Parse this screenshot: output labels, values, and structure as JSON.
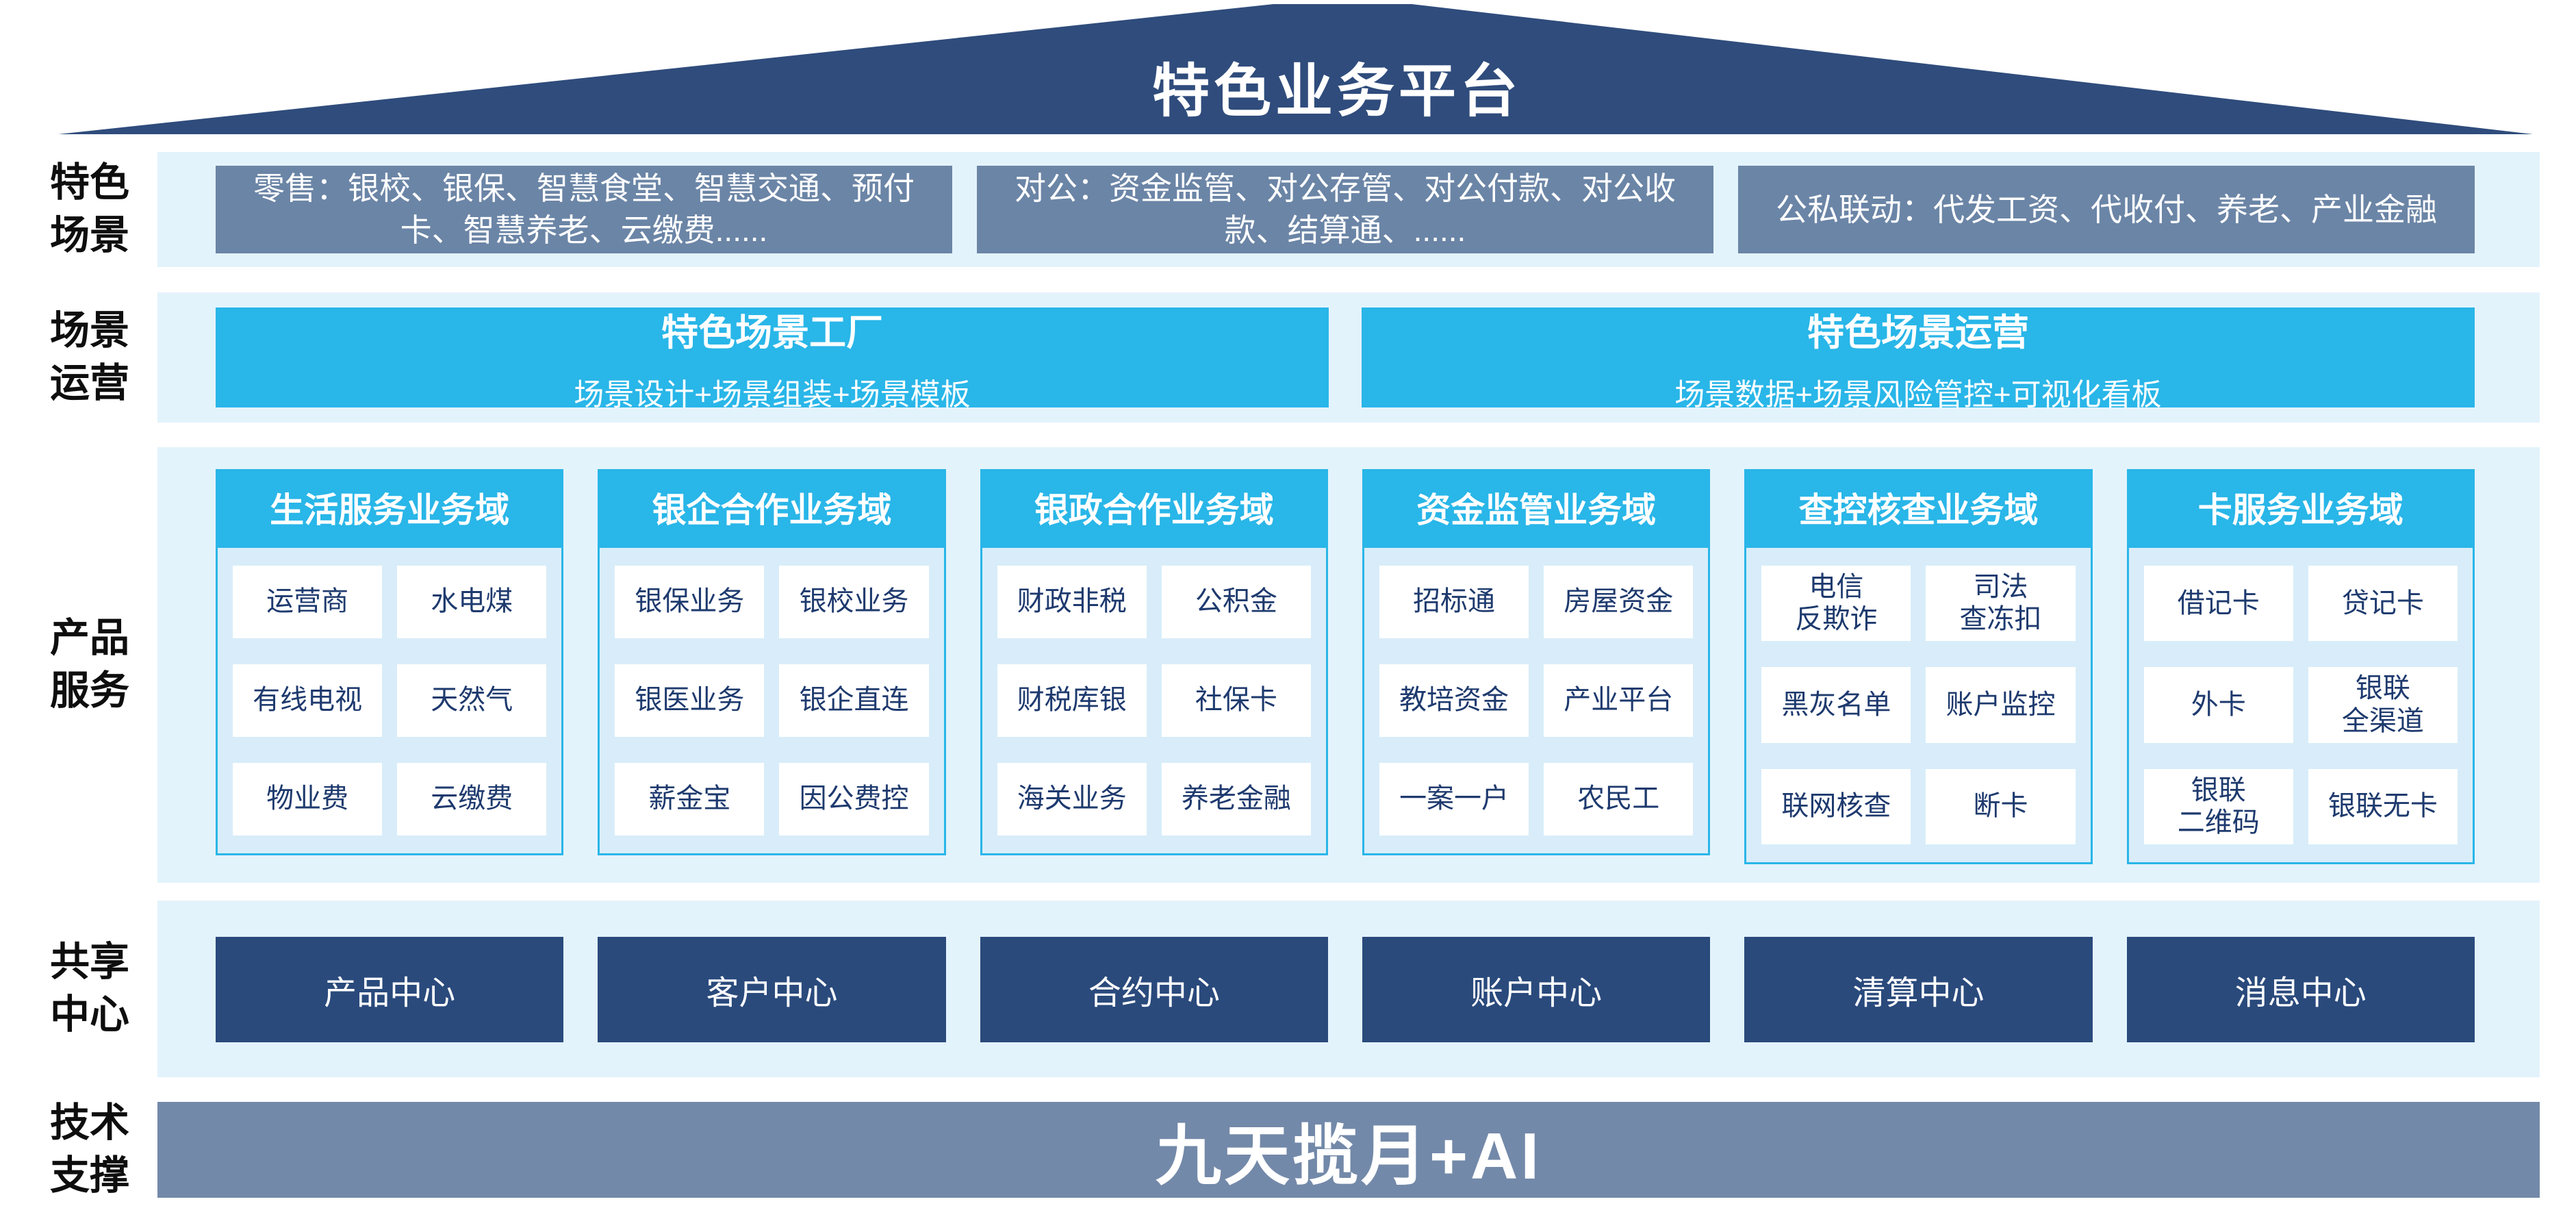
{
  "page": {
    "title": "特色业务平台"
  },
  "colors": {
    "roof_navy": "#2f4c7c",
    "accent_cyan": "#29b6e8",
    "slate_blue_box": "#6b85a6",
    "light_band": "#e3f3fc",
    "panel_fill": "#d8edf9",
    "cell_text_navy": "#1e3a6e",
    "center_box_navy": "#2a4a7c",
    "tech_bar_slate": "#7389a9"
  },
  "scenes": {
    "label": "特色场景",
    "boxes": [
      "零售：银校、银保、智慧食堂、智慧交通、预付卡、智慧养老、云缴费......",
      "对公：资金监管、对公存管、对公付款、对公收款、结算通、......",
      "公私联动：代发工资、代收付、养老、产业金融"
    ]
  },
  "operations": {
    "label": "场景运营",
    "factory": {
      "title": "特色场景工厂",
      "subtitle": "场景设计+场景组装+场景模板"
    },
    "ops": {
      "title": "特色场景运营",
      "subtitle": "场景数据+场景风险管控+可视化看板"
    }
  },
  "products": {
    "label": "产品服务",
    "columns": [
      {
        "header": "生活服务业务域",
        "cells": [
          "运营商",
          "水电煤",
          "有线电视",
          "天然气",
          "物业费",
          "云缴费"
        ]
      },
      {
        "header": "银企合作业务域",
        "cells": [
          "银保业务",
          "银校业务",
          "银医业务",
          "银企直连",
          "薪金宝",
          "因公费控"
        ]
      },
      {
        "header": "银政合作业务域",
        "cells": [
          "财政非税",
          "公积金",
          "财税库银",
          "社保卡",
          "海关业务",
          "养老金融"
        ]
      },
      {
        "header": "资金监管业务域",
        "cells": [
          "招标通",
          "房屋资金",
          "教培资金",
          "产业平台",
          "一案一户",
          "农民工"
        ]
      },
      {
        "header": "查控核查业务域",
        "cells": [
          "电信\n反欺诈",
          "司法\n查冻扣",
          "黑灰名单",
          "账户监控",
          "联网核查",
          "断卡"
        ]
      },
      {
        "header": "卡服务业务域",
        "cells": [
          "借记卡",
          "贷记卡",
          "外卡",
          "银联\n全渠道",
          "银联\n二维码",
          "银联无卡"
        ]
      }
    ]
  },
  "shared": {
    "label": "共享中心",
    "centers": [
      "产品中心",
      "客户中心",
      "合约中心",
      "账户中心",
      "清算中心",
      "消息中心"
    ]
  },
  "tech": {
    "label": "技术支撑",
    "text": "九天揽月+AI"
  }
}
